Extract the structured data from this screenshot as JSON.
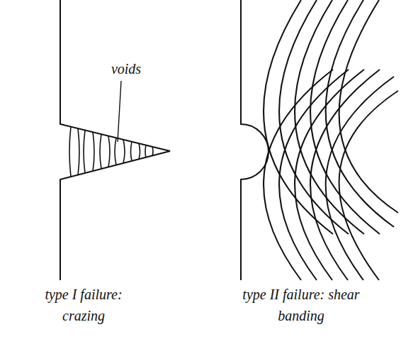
{
  "diagram": {
    "labels": [
      "voids",
      "type I failure: crazing",
      "type II failure: shear banding"
    ]
  }
}
